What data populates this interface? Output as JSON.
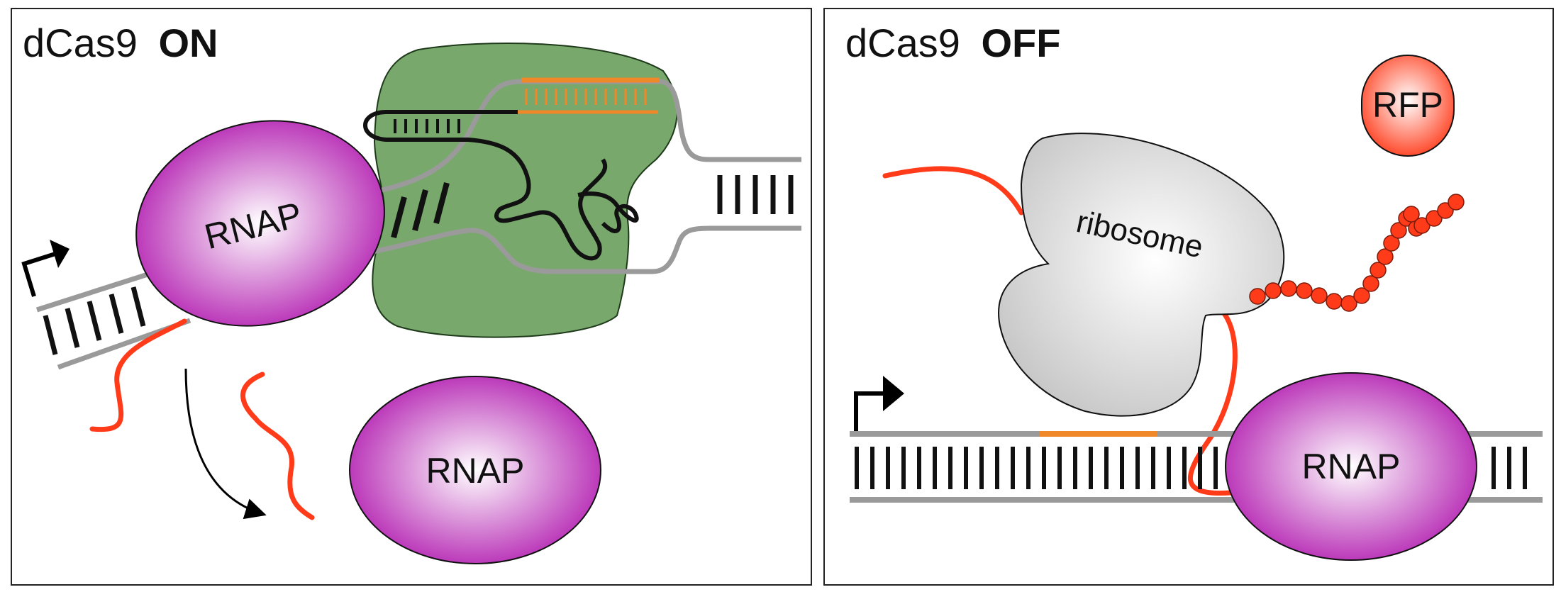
{
  "panels": {
    "on": {
      "title_prefix": "dCas9",
      "title_state": "ON",
      "rnap_bound_label": "RNAP",
      "rnap_free_label": "RNAP"
    },
    "off": {
      "title_prefix": "dCas9",
      "title_state": "OFF",
      "ribosome_label": "ribosome",
      "rfp_label": "RFP",
      "rnap_label": "RNAP"
    }
  },
  "colors": {
    "rnap": "#b526b3",
    "dcas9": "#78a86b",
    "mrna": "#ff3b1a",
    "guide_target": "#f0882a",
    "dna_backbone": "#9a9a9a",
    "ribosome": "#d9d9d9",
    "rfp": "#ff3b1a"
  },
  "icons": {
    "promoter": "promoter-arrow-icon",
    "flow": "curved-arrow-icon"
  }
}
